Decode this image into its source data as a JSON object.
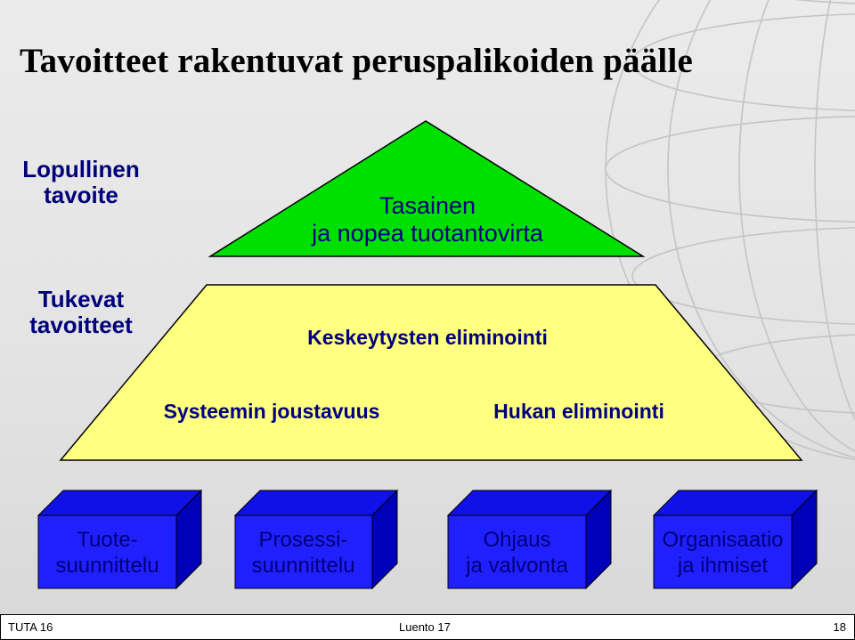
{
  "slide": {
    "title": "Tavoitteet rakentuvat peruspalikoiden päälle"
  },
  "side_labels": {
    "final_goal": [
      "Lopullinen",
      "tavoite"
    ],
    "supporting_goals": [
      "Tukevat",
      "tavoitteet"
    ]
  },
  "pyramid": {
    "top": [
      "Tasainen",
      "ja nopea tuotantovirta"
    ],
    "middle": {
      "center": "Keskeytysten eliminointi",
      "left": "Systeemin joustavuus",
      "right": "Hukan eliminointi"
    }
  },
  "pillars": [
    [
      "Tuote-",
      "suunnittelu"
    ],
    [
      "Prosessi-",
      "suunnittelu"
    ],
    [
      "Ohjaus",
      "ja valvonta"
    ],
    [
      "Organisaatio",
      "ja ihmiset"
    ]
  ],
  "footer": {
    "left": "TUTA 16",
    "center": "Luento 17",
    "right": "18"
  },
  "colors": {
    "top_block": "#00e000",
    "middle_block": "#ffff80",
    "pillar_front": "#2020ff",
    "pillar_side": "#0000c0",
    "label_text": "#00007a"
  }
}
